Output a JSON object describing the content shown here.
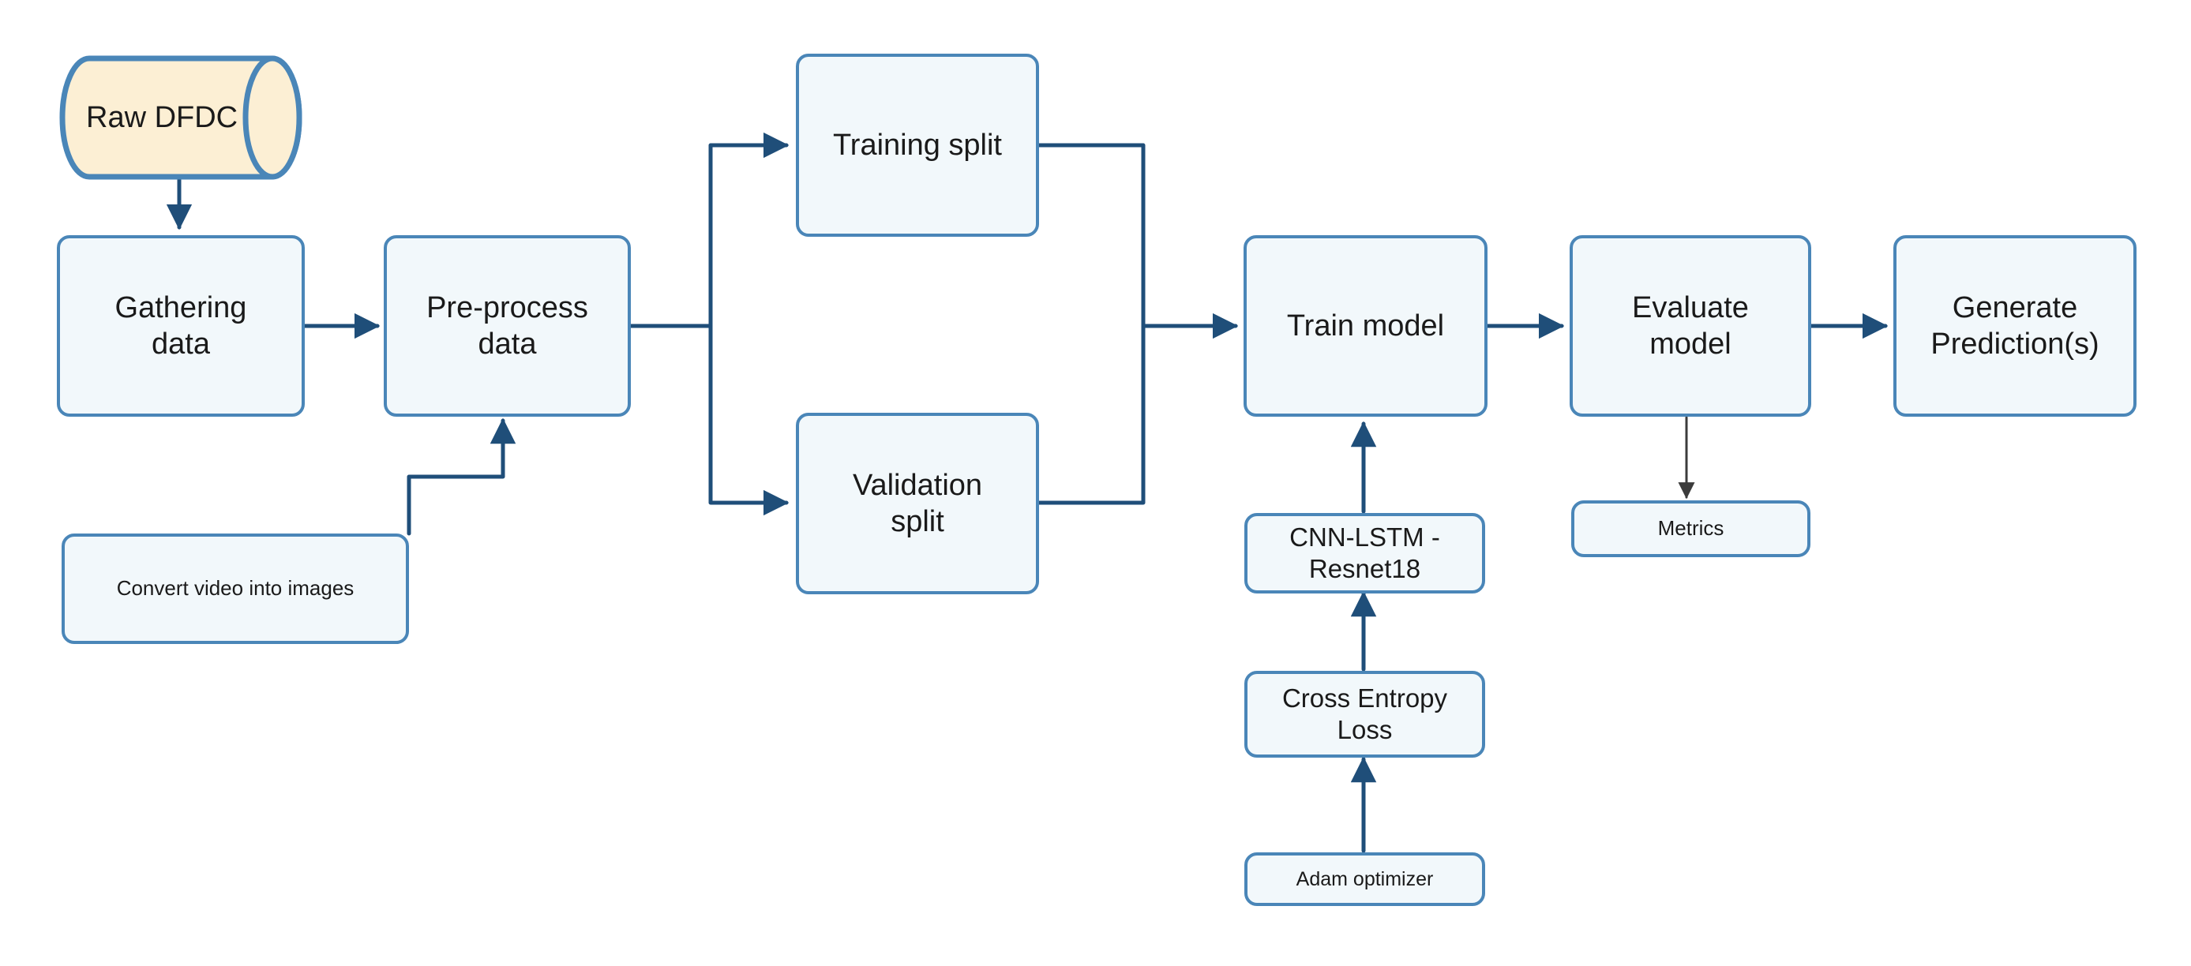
{
  "diagram": {
    "title": "Deepfake detection training pipeline flowchart",
    "background": "#ffffff",
    "node_fill": "#f2f8fb",
    "node_stroke": "#4a86b8",
    "datastore_fill": "#fcefd4",
    "edge_color": "#1f4e79",
    "metrics_edge_color": "#3b3b3b",
    "text_color": "#1a1a1a"
  },
  "nodes": {
    "raw_dfdc": {
      "label": "Raw DFDC",
      "shape": "cylinder"
    },
    "gathering_data": {
      "label": "Gathering\ndata",
      "shape": "rounded-rect"
    },
    "preprocess_data": {
      "label": "Pre-process\ndata",
      "shape": "rounded-rect"
    },
    "convert_video": {
      "label": "Convert video into images",
      "shape": "rounded-rect"
    },
    "training_split": {
      "label": "Training split",
      "shape": "rounded-rect"
    },
    "validation_split": {
      "label": "Validation\nsplit",
      "shape": "rounded-rect"
    },
    "train_model": {
      "label": "Train model",
      "shape": "rounded-rect"
    },
    "evaluate_model": {
      "label": "Evaluate\nmodel",
      "shape": "rounded-rect"
    },
    "generate_predictions": {
      "label": "Generate\nPrediction(s)",
      "shape": "rounded-rect"
    },
    "metrics": {
      "label": "Metrics",
      "shape": "rounded-rect"
    },
    "cnn_lstm": {
      "label": "CNN-LSTM -\nResnet18",
      "shape": "rounded-rect"
    },
    "cross_entropy": {
      "label": "Cross Entropy\nLoss",
      "shape": "rounded-rect"
    },
    "adam_optimizer": {
      "label": "Adam optimizer",
      "shape": "rounded-rect"
    }
  },
  "edges": [
    {
      "from": "raw_dfdc",
      "to": "gathering_data",
      "style": "straight-down"
    },
    {
      "from": "gathering_data",
      "to": "preprocess_data",
      "style": "straight-right"
    },
    {
      "from": "convert_video",
      "to": "preprocess_data",
      "style": "elbow-up"
    },
    {
      "from": "preprocess_data",
      "to": "training_split",
      "style": "branch-up"
    },
    {
      "from": "preprocess_data",
      "to": "validation_split",
      "style": "branch-down"
    },
    {
      "from": "training_split",
      "to": "train_model",
      "style": "merge-down"
    },
    {
      "from": "validation_split",
      "to": "train_model",
      "style": "merge-up"
    },
    {
      "from": "train_model",
      "to": "evaluate_model",
      "style": "straight-right"
    },
    {
      "from": "evaluate_model",
      "to": "generate_predictions",
      "style": "straight-right"
    },
    {
      "from": "evaluate_model",
      "to": "metrics",
      "style": "straight-down-thin"
    },
    {
      "from": "cnn_lstm",
      "to": "train_model",
      "style": "straight-up"
    },
    {
      "from": "cross_entropy",
      "to": "cnn_lstm",
      "style": "straight-up"
    },
    {
      "from": "adam_optimizer",
      "to": "cross_entropy",
      "style": "straight-up"
    }
  ]
}
